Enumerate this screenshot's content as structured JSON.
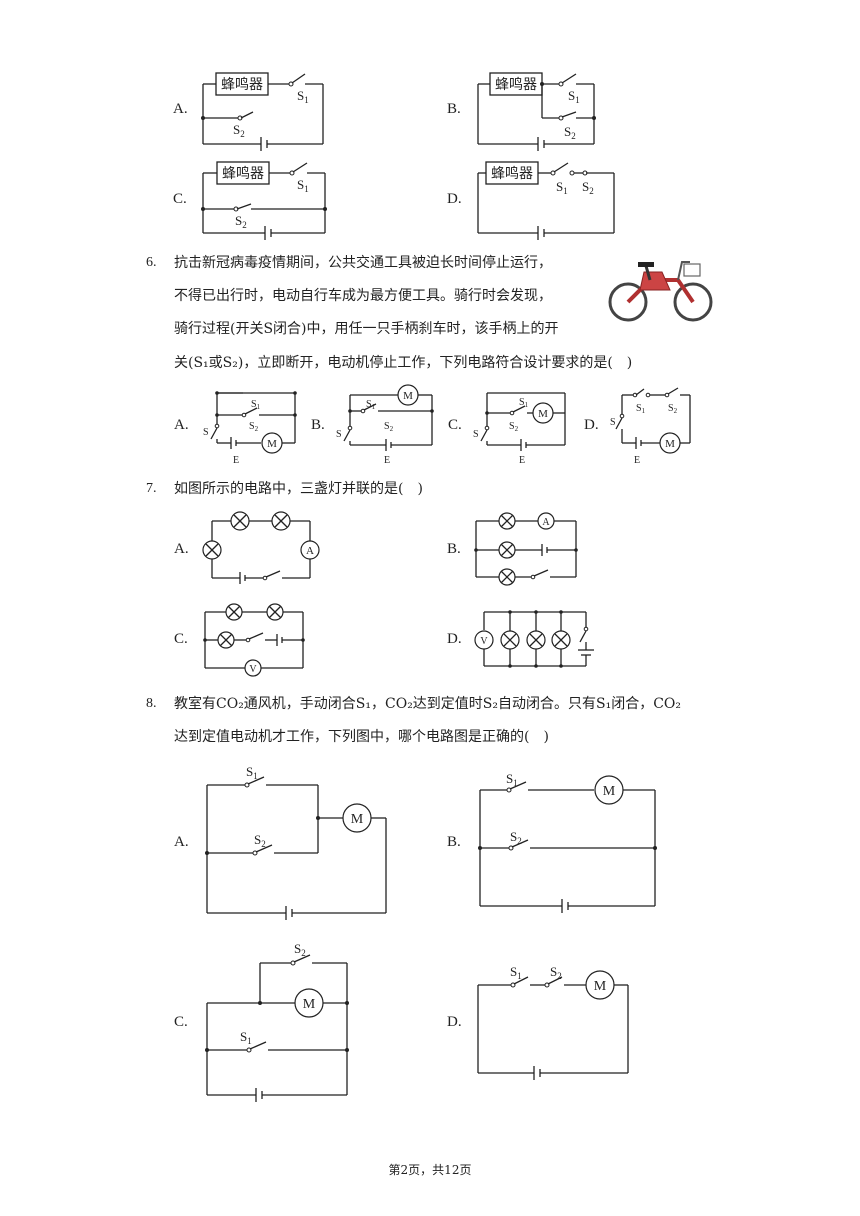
{
  "q5": {
    "options": [
      "A.",
      "B.",
      "C.",
      "D."
    ],
    "buzzer_label": "蜂鸣器",
    "s": "S",
    "sub1": "1",
    "sub2": "2"
  },
  "q6": {
    "number": "6.",
    "lines": [
      "抗击新冠病毒疫情期间，公共交通工具被迫长时间停止运行，",
      "不得已出行时，电动自行车成为最方便工具。骑行时会发现，",
      "骑行过程(开关S闭合)中，用任一只手柄刹车时，该手柄上的开",
      "关(S₁或S₂)，立即断开，电动机停止工作，下列电路符合设计要求的是(　)"
    ],
    "options": [
      "A.",
      "B.",
      "C.",
      "D."
    ],
    "motor": "M",
    "s_label": "S",
    "e_label": "E"
  },
  "q7": {
    "number": "7.",
    "question": "如图所示的电路中，三盏灯并联的是(　)",
    "options": [
      "A.",
      "B.",
      "C.",
      "D."
    ],
    "ammeter": "A",
    "voltmeter": "V"
  },
  "q8": {
    "number": "8.",
    "lines": [
      "教室有CO₂通风机，手动闭合S₁，CO₂达到定值时S₂自动闭合。只有S₁闭合，CO₂",
      "达到定值电动机才工作，下列图中，哪个电路图是正确的(　)"
    ],
    "options": [
      "A.",
      "B.",
      "C.",
      "D."
    ],
    "motor": "M"
  },
  "footer": "第2页，共12页"
}
